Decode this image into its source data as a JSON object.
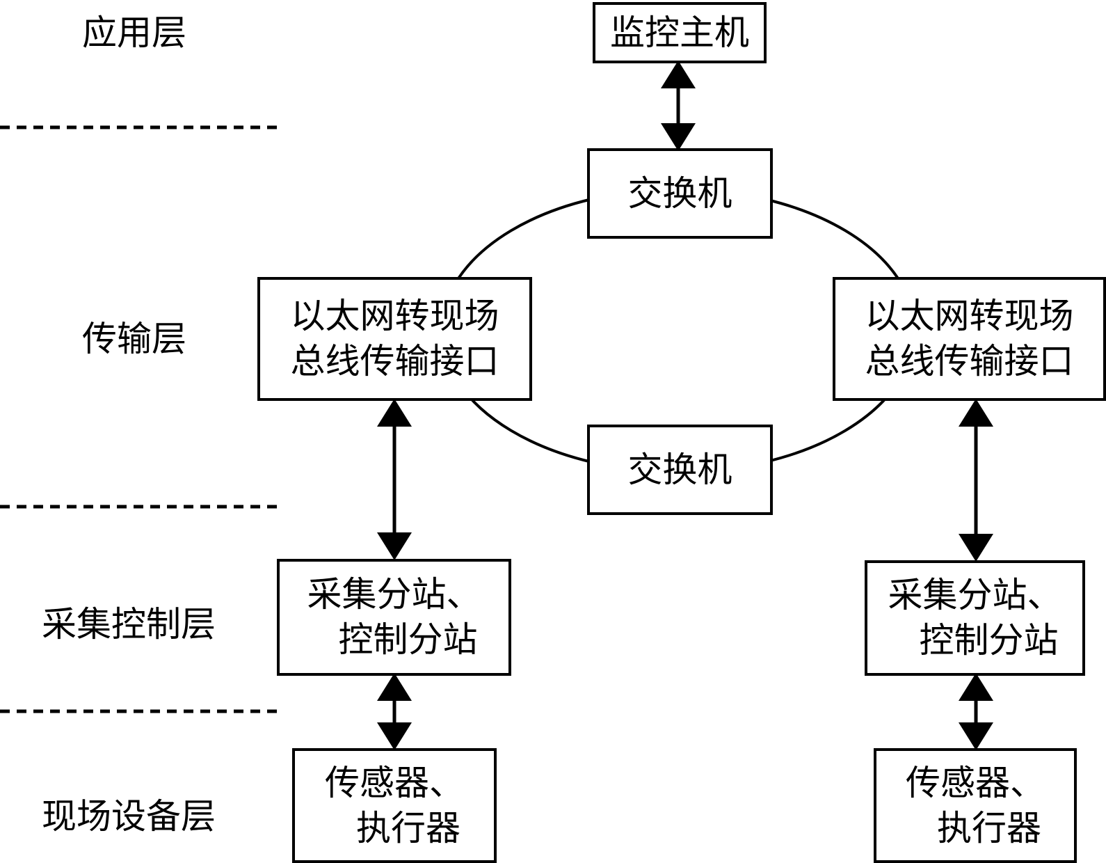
{
  "layers": {
    "application": "应用层",
    "transport": "传输层",
    "acquisition_control": "采集控制层",
    "field_device": "现场设备层"
  },
  "boxes": {
    "monitor_host": "监控主机",
    "switch_top": "交换机",
    "switch_bottom": "交换机",
    "interface_left": {
      "line1": "以太网转现场",
      "line2": "总线传输接口"
    },
    "interface_right": {
      "line1": "以太网转现场",
      "line2": "总线传输接口"
    },
    "substation_left": {
      "line1": "采集分站、",
      "line2": "控制分站"
    },
    "substation_right": {
      "line1": "采集分站、",
      "line2": "控制分站"
    },
    "device_left": {
      "line1": "传感器、",
      "line2": "执行器"
    },
    "device_right": {
      "line1": "传感器、",
      "line2": "执行器"
    }
  }
}
